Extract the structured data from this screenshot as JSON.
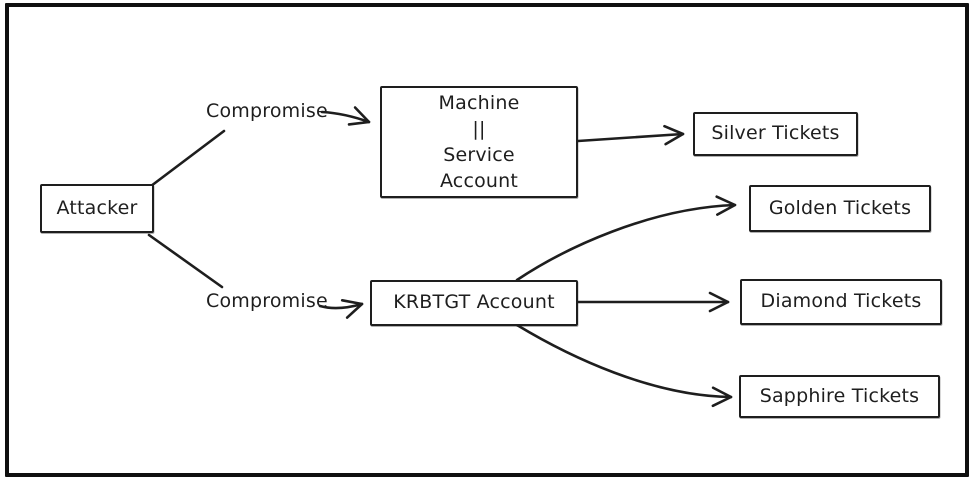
{
  "diagram": {
    "nodes": {
      "attacker": {
        "label": "Attacker"
      },
      "machine_service_account": {
        "line1": "Machine",
        "line2": "||",
        "line3": "Service",
        "line4": "Account"
      },
      "krbtgt_account": {
        "label": "KRBTGT Account"
      },
      "silver_tickets": {
        "label": "Silver Tickets"
      },
      "golden_tickets": {
        "label": "Golden Tickets"
      },
      "diamond_tickets": {
        "label": "Diamond Tickets"
      },
      "sapphire_tickets": {
        "label": "Sapphire Tickets"
      }
    },
    "edge_labels": {
      "top": "Compromise",
      "bottom": "Compromise"
    },
    "colors": {
      "stroke": "#1e1e1e",
      "background": "#ffffff",
      "frame_border": "#0f0f0f"
    }
  }
}
